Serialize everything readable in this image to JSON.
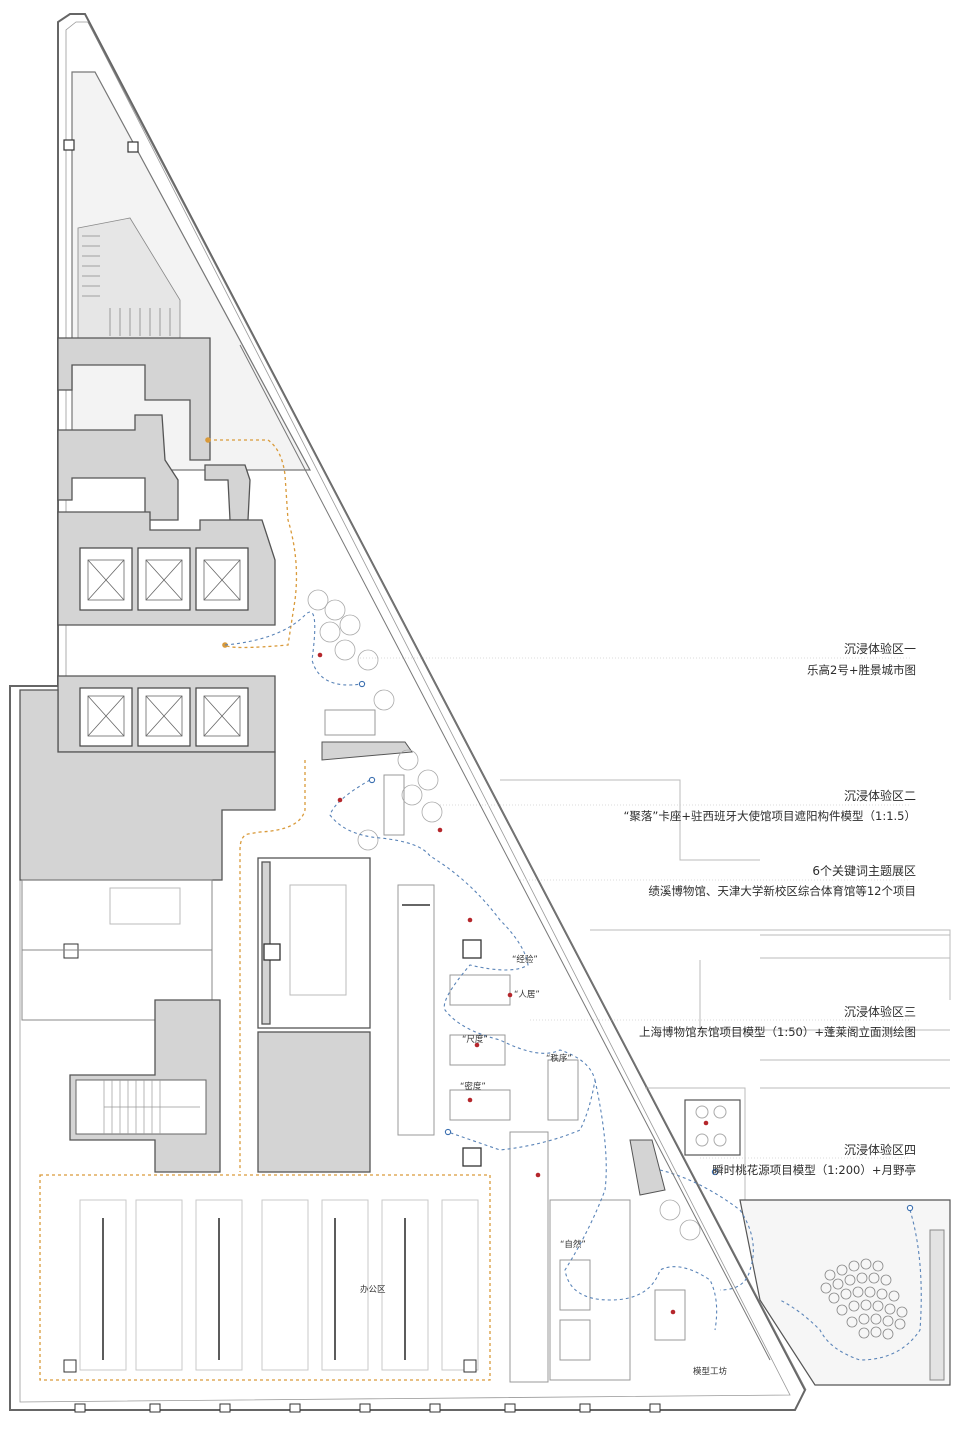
{
  "zones": [
    {
      "title": "沉浸体验区一",
      "subtitle": "乐高2号+胜景城市图"
    },
    {
      "title": "沉浸体验区二",
      "subtitle": "“聚落”卡座+驻西班牙大使馆项目遮阳构件模型（1:1.5）"
    },
    {
      "title": "6个关键词主题展区",
      "subtitle": "绩溪博物馆、天津大学新校区综合体育馆等12个项目"
    },
    {
      "title": "沉浸体验区三",
      "subtitle": "上海博物馆东馆项目模型（1:50）+蓬莱阁立面测绘图"
    },
    {
      "title": "沉浸体验区四",
      "subtitle": "瞬时桃花源项目模型（1:200）+月野亭"
    }
  ],
  "keywords": [
    "“经验”",
    "“人居”",
    "“尺度”",
    "“秩序”",
    "“密度”",
    "“自然”"
  ],
  "rooms": {
    "office": "办公区",
    "workshop": "模型工坊"
  },
  "colors": {
    "wall": "#6b6b6b",
    "fill": "#d6d6d6",
    "line": "#9a9a9a",
    "office_path": "#d99a3a",
    "visit_path": "#5a84b8",
    "exhibit_dot": "#b5272c",
    "leader": "#cfcfcf"
  }
}
